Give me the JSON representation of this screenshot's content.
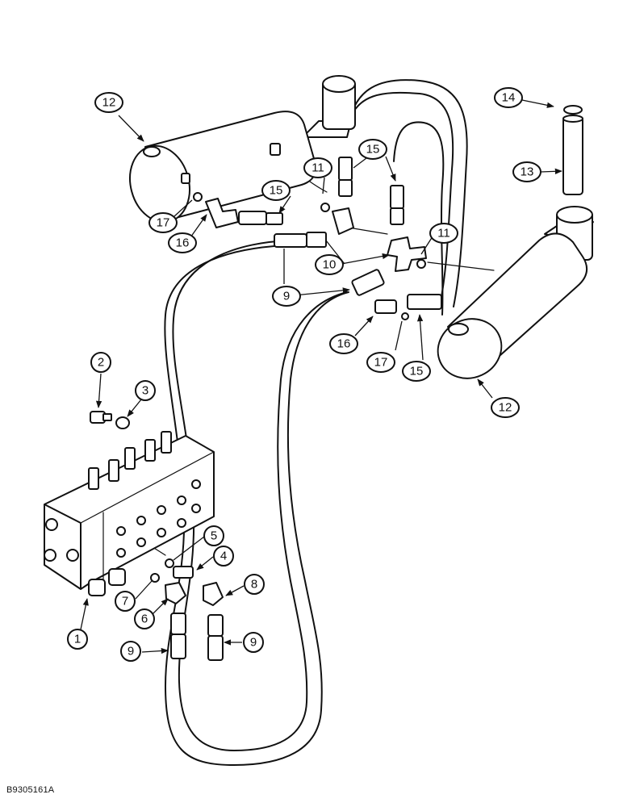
{
  "figure_code": "B9305161A",
  "callouts": [
    "12",
    "14",
    "13",
    "15",
    "11",
    "17",
    "16",
    "15",
    "10",
    "11",
    "9",
    "16",
    "17",
    "15",
    "12",
    "2",
    "3",
    "5",
    "4",
    "8",
    "7",
    "6",
    "1",
    "9",
    "9"
  ],
  "colors": {
    "line": "#111111",
    "background": "#ffffff"
  }
}
